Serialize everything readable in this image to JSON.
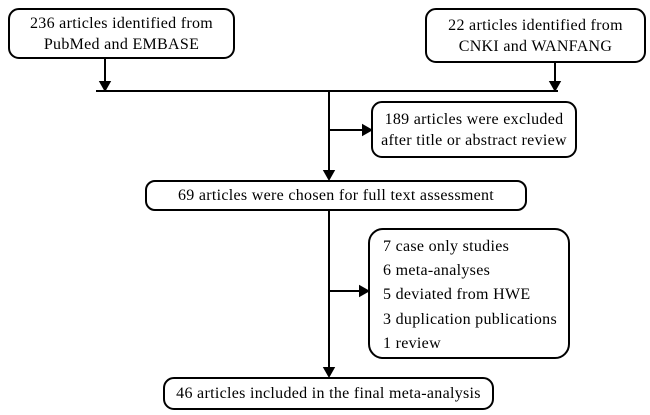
{
  "flowchart": {
    "colors": {
      "line": "#000000",
      "box_border": "#000000",
      "background": "#ffffff",
      "text": "#000000"
    },
    "boxes": {
      "pubmed": {
        "line1": "236 articles identified from",
        "line2": "PubMed and EMBASE"
      },
      "cnki": {
        "line1": "22 articles identified from",
        "line2": "CNKI and WANFANG"
      },
      "excluded": {
        "line1": "189 articles were excluded",
        "line2": "after title or abstract review"
      },
      "fulltext": {
        "text": "69 articles were chosen for full text assessment"
      },
      "reasons": {
        "items": [
          "7 case only studies",
          "6 meta-analyses",
          "5 deviated from HWE",
          "3 duplication publications",
          "1 review"
        ]
      },
      "final": {
        "text": "46 articles included in the final meta-analysis"
      }
    }
  }
}
